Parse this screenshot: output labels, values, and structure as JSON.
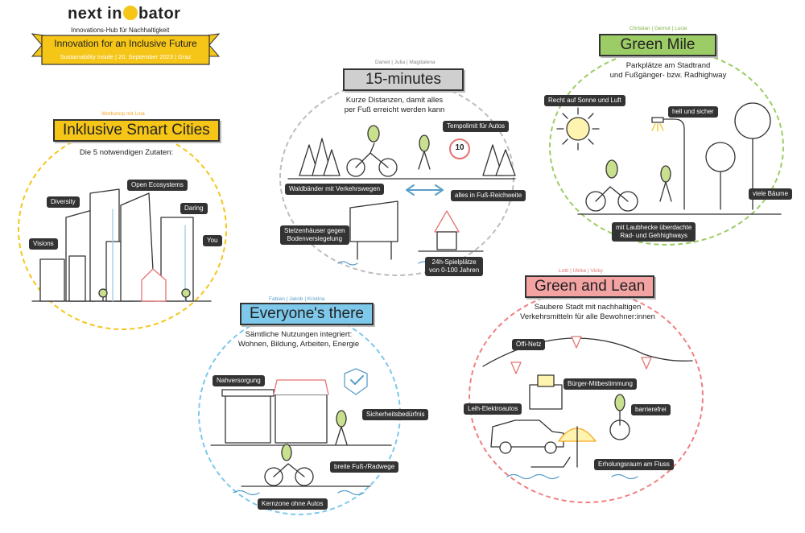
{
  "header": {
    "logo_left": "next in",
    "logo_right": "bator",
    "subtitle": "Innovations-Hub für Nachhaltigkeit",
    "banner_title": "Innovation for an Inclusive Future",
    "banner_sub": "Sustainability Inside | 20. September 2023 | Graz"
  },
  "colors": {
    "yellow": "#f5c518",
    "grey": "#bdbdbd",
    "green": "#9ccc65",
    "blue": "#7ec8ec",
    "pink": "#f08080"
  },
  "smart": {
    "names": "Workshop mit Lina",
    "title": "Inklusive Smart Cities",
    "desc": "Die 5 notwendigen Zutaten:",
    "tags": [
      "Open Ecosystems",
      "Diversity",
      "Daring",
      "Visions",
      "You"
    ]
  },
  "fifteen": {
    "names": "Daniel | Julia | Magdalena",
    "title": "15-minutes",
    "desc_1": "Kurze Distanzen, damit alles",
    "desc_2": "per Fuß erreicht werden kann",
    "sign": "10",
    "tags": [
      "Tempolimit für Autos",
      "Waldbänder mit Verkehrswegen",
      "alles in Fuß-Reichweite",
      "Stelzenhäuser gegen",
      "Bodenversiegelung",
      "24h-Spielplätze",
      "von 0-100 Jahren"
    ]
  },
  "green": {
    "names": "Christian | Gernot | Lucie",
    "title": "Green Mile",
    "desc_1": "Parkplätze am Stadtrand",
    "desc_2": "und Fußgänger- bzw. Radhighway",
    "tags": [
      "Recht auf Sonne und Luft",
      "hell und sicher",
      "viele Bäume",
      "mit Laubhecke überdachte",
      "Rad- und Gehhighways"
    ]
  },
  "everyone": {
    "names": "Fabian | Jakob | Kristina",
    "title": "Everyone's there",
    "desc_1": "Sämtliche Nutzungen integriert:",
    "desc_2": "Wohnen, Bildung, Arbeiten, Energie",
    "tags": [
      "Nahversorgung",
      "Sicherheitsbedürfnis",
      "breite Fuß-/Radwege",
      "Kernzone ohne Autos"
    ]
  },
  "lean": {
    "names": "Lotti | Ulrike | Vicky",
    "title": "Green and Lean",
    "desc_1": "Saubere Stadt mit nachhaltigen",
    "desc_2": "Verkehrsmitteln für alle Bewohner:innen",
    "tags": [
      "Öffi-Netz",
      "Bürger-Mitbestimmung",
      "Leih-Elektroautos",
      "barrierefrei",
      "Erholungsraum am Fluss"
    ]
  }
}
